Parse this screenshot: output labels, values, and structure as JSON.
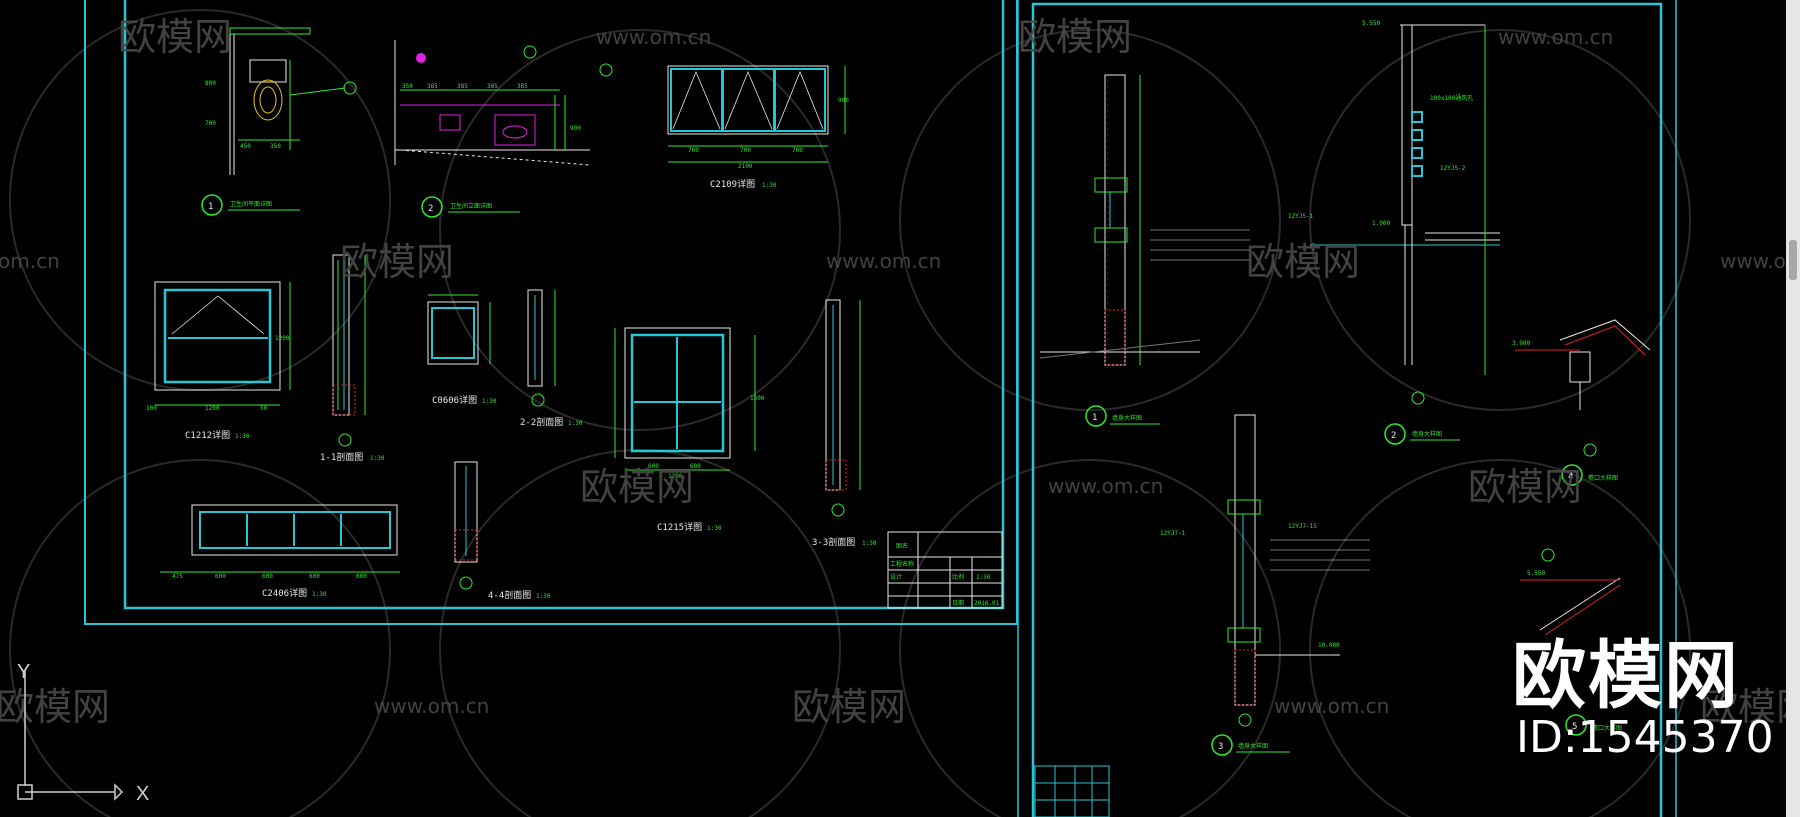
{
  "watermark": {
    "logo_text": "欧模网",
    "url_text": "www.om.cn",
    "url_partial_left": "om.cn",
    "url_partial_right": "www.om.c"
  },
  "brand": {
    "title": "欧模网",
    "id_text": "ID:1545370"
  },
  "ucs": {
    "x_label": "X",
    "y_label": "Y"
  },
  "sheet_left": {
    "details": [
      {
        "num": "1",
        "caption": "卫生间平面详图"
      },
      {
        "num": "2",
        "caption": "卫生间立面详图"
      }
    ],
    "window_titles": [
      {
        "name": "C2109详图",
        "scale": "1:30"
      },
      {
        "name": "C1212详图",
        "scale": "1:30"
      },
      {
        "name": "1-1剖面图",
        "scale": "1:30"
      },
      {
        "name": "C0606详图",
        "scale": "1:30"
      },
      {
        "name": "2-2剖面图",
        "scale": "1:30"
      },
      {
        "name": "C1215详图",
        "scale": "1:30"
      },
      {
        "name": "3-3剖面图",
        "scale": "1:30"
      },
      {
        "name": "C2406详图",
        "scale": "1:30"
      },
      {
        "name": "4-4剖面图",
        "scale": "1:30"
      }
    ],
    "dims": {
      "c2109": [
        "700",
        "700",
        "700",
        "2100",
        "900"
      ],
      "c1212": [
        "1200",
        "1200",
        "100",
        "50"
      ],
      "c2406": [
        "475",
        "600",
        "600",
        "600",
        "600"
      ],
      "c1215": [
        "600",
        "600",
        "1200",
        "1500"
      ],
      "toilet": [
        "450",
        "350",
        "800",
        "700"
      ],
      "basin": [
        "350",
        "385",
        "385",
        "385",
        "385",
        "900"
      ]
    },
    "title_block": [
      "图名",
      "工程名称",
      "设计",
      "比例",
      "1:30",
      "日期",
      "2016.01"
    ]
  },
  "sheet_right": {
    "details": [
      {
        "num": "1",
        "caption": "墙身大样图"
      },
      {
        "num": "2",
        "caption": "墙身大样图"
      },
      {
        "num": "3",
        "caption": "墙身大样图"
      },
      {
        "num": "4",
        "caption": "檐口大样图"
      },
      {
        "num": "5",
        "caption": "檐口大样图"
      }
    ],
    "refs": [
      "12YJ5-1",
      "12YJ7-1",
      "12YJ5-2",
      "12YJ7-15"
    ],
    "levels": [
      "5.550",
      "1.000",
      "3.900",
      "5.550",
      "10.000"
    ],
    "annotation": "100x100通风孔"
  },
  "colors": {
    "frame": "#26c6d4",
    "green": "#2ee82e",
    "magenta": "#e020e0",
    "white": "#e8e8e8",
    "red": "#e02020",
    "watermark": "#4a4a4a"
  }
}
